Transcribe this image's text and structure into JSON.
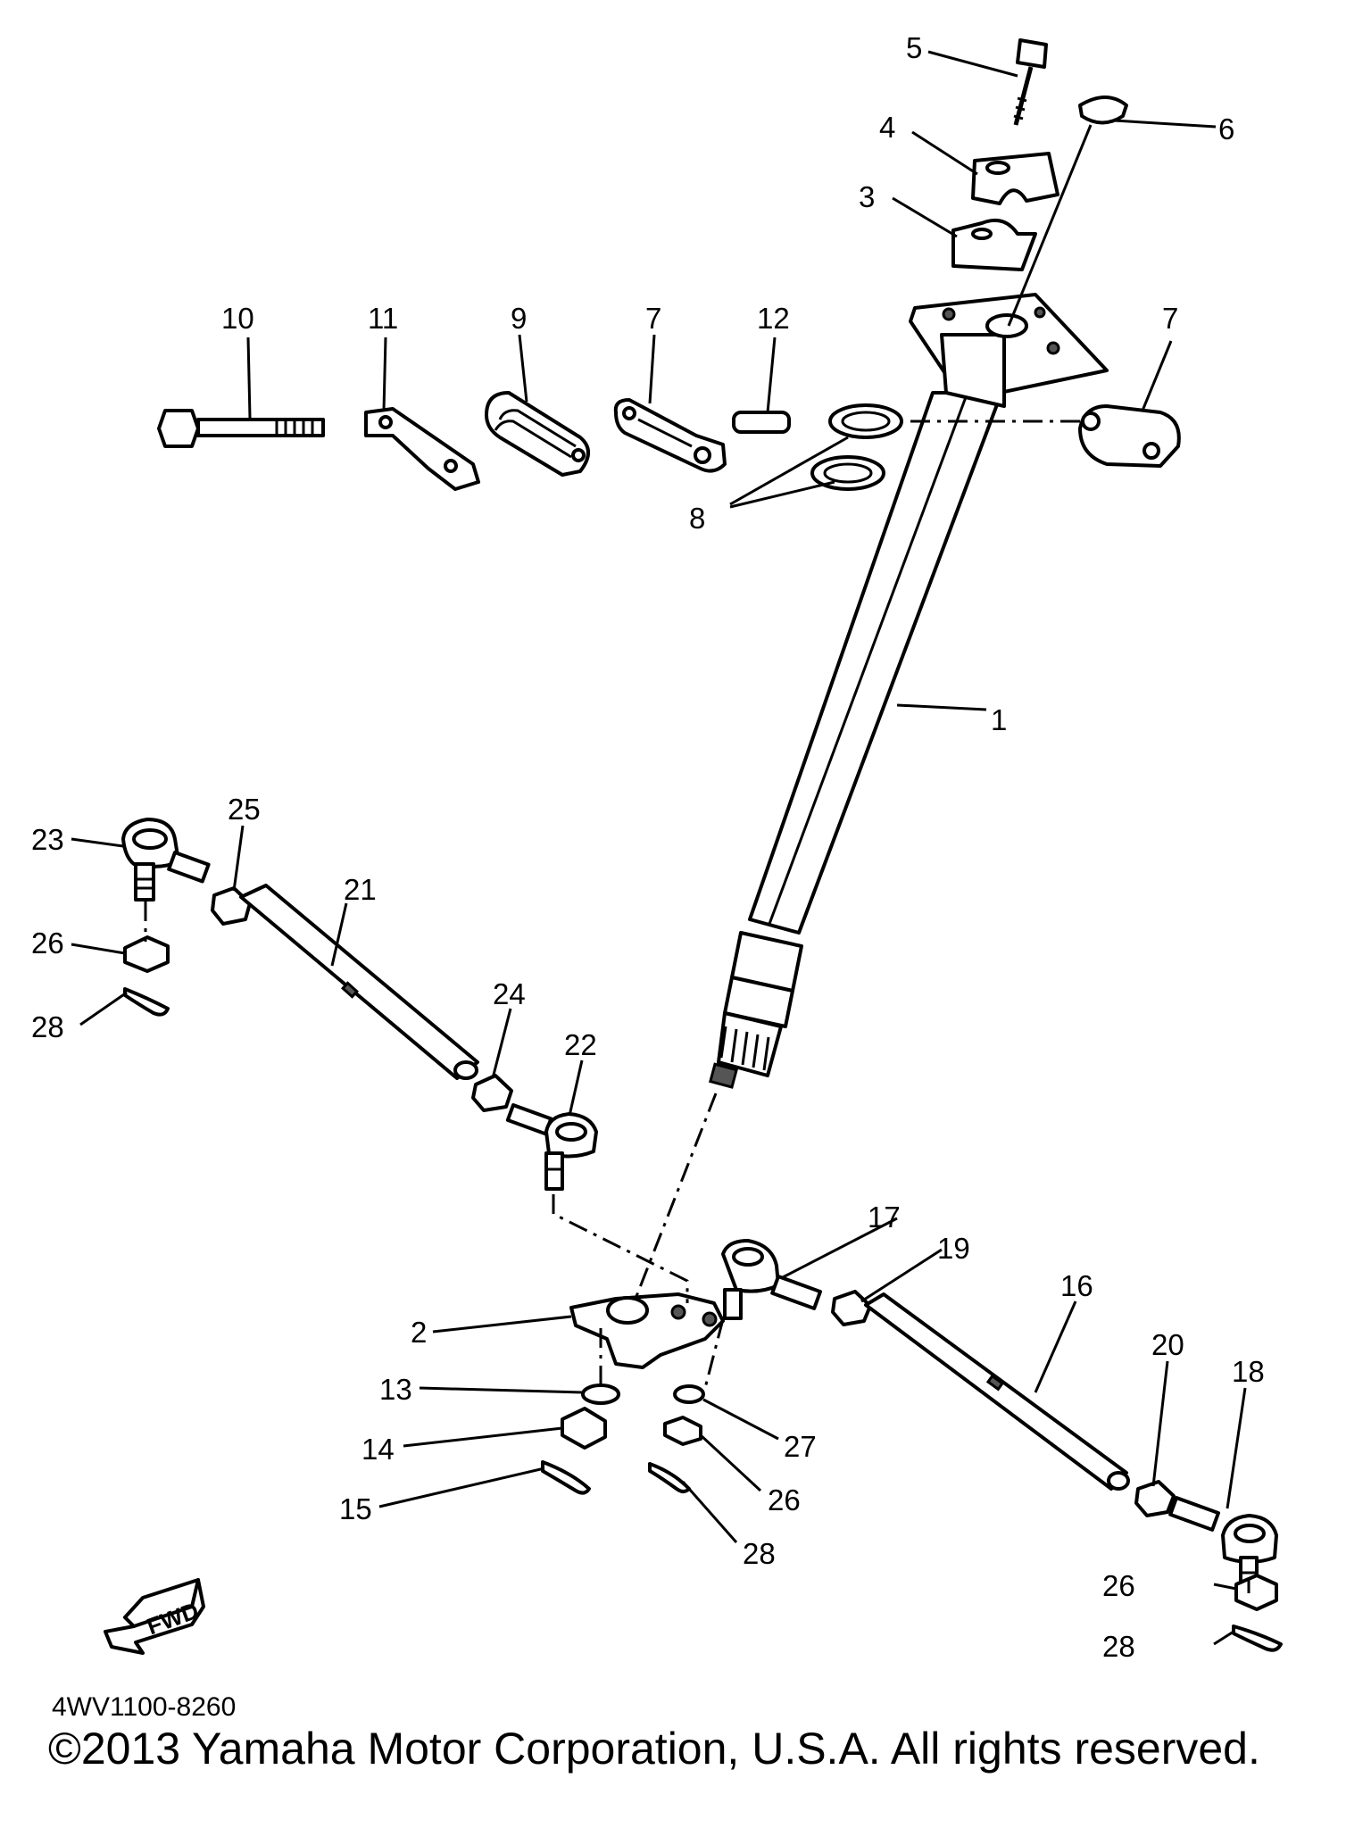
{
  "callouts": {
    "c1": "1",
    "c2": "2",
    "c3": "3",
    "c4": "4",
    "c5": "5",
    "c6": "6",
    "c7a": "7",
    "c7b": "7",
    "c8": "8",
    "c9": "9",
    "c10": "10",
    "c11": "11",
    "c12": "12",
    "c13": "13",
    "c14": "14",
    "c15": "15",
    "c16": "16",
    "c17": "17",
    "c18": "18",
    "c19": "19",
    "c20": "20",
    "c21": "21",
    "c22": "22",
    "c23": "23",
    "c24": "24",
    "c25": "25",
    "c26a": "26",
    "c26b": "26",
    "c26c": "26",
    "c27": "27",
    "c28a": "28",
    "c28b": "28",
    "c28c": "28"
  },
  "fwd_label": "FWD",
  "catalog_code": "4WV1100-8260",
  "copyright": "©2013 Yamaha Motor Corporation, U.S.A. All rights reserved."
}
